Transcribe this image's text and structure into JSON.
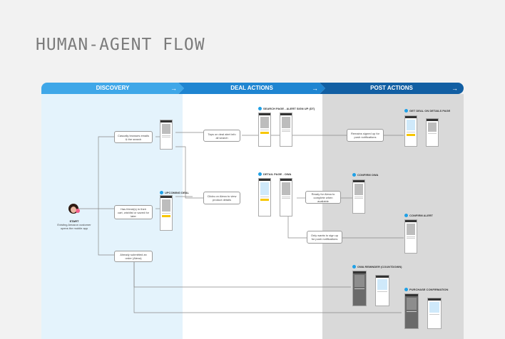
{
  "title": "HUMAN-AGENT FLOW",
  "columns": [
    {
      "label": "DISCOVERY",
      "arrow": "→"
    },
    {
      "label": "DEAL ACTIONS",
      "arrow": "→"
    },
    {
      "label": "POST ACTIONS",
      "arrow": "→"
    }
  ],
  "start": {
    "label": "START",
    "desc": "Existing Amazon customer opens the mobile app"
  },
  "nodes": {
    "casual": "Casually browses emails & the search",
    "friend": "Has friend(s) in their cart, wishlist or saved for later",
    "already": "Already submitted an order (Alexa)",
    "taps_deal": "Taps on deal alert info all search",
    "clicks_details": "Clicks on Alexa to view product details",
    "ready": "Ready for Alexa to complete when available",
    "remains": "Remains signed up for push notifications",
    "wants": "Only wants to sign up for push notifications"
  },
  "screens": {
    "search": "SEARCH PAGE - ALERT SIGN UP (DT)",
    "detail": "DETAIL PAGE - OWA",
    "upcoming": "UPCOMING DEAL",
    "alert_details": "GET DEAL ON DETAILS PAGE",
    "confirm_owa": "CONFIRM OWA",
    "confirm_alert": "CONFIRM ALERT",
    "reminder": "OWA REMINDER (COUNTDOWN)",
    "purchase": "PURCHASE CONFIRMATION"
  },
  "colors": {
    "discovery": "#3fa7e8",
    "deal_actions": "#1f85d1",
    "post_actions": "#125fa3",
    "accent": "#1fa0e6"
  }
}
